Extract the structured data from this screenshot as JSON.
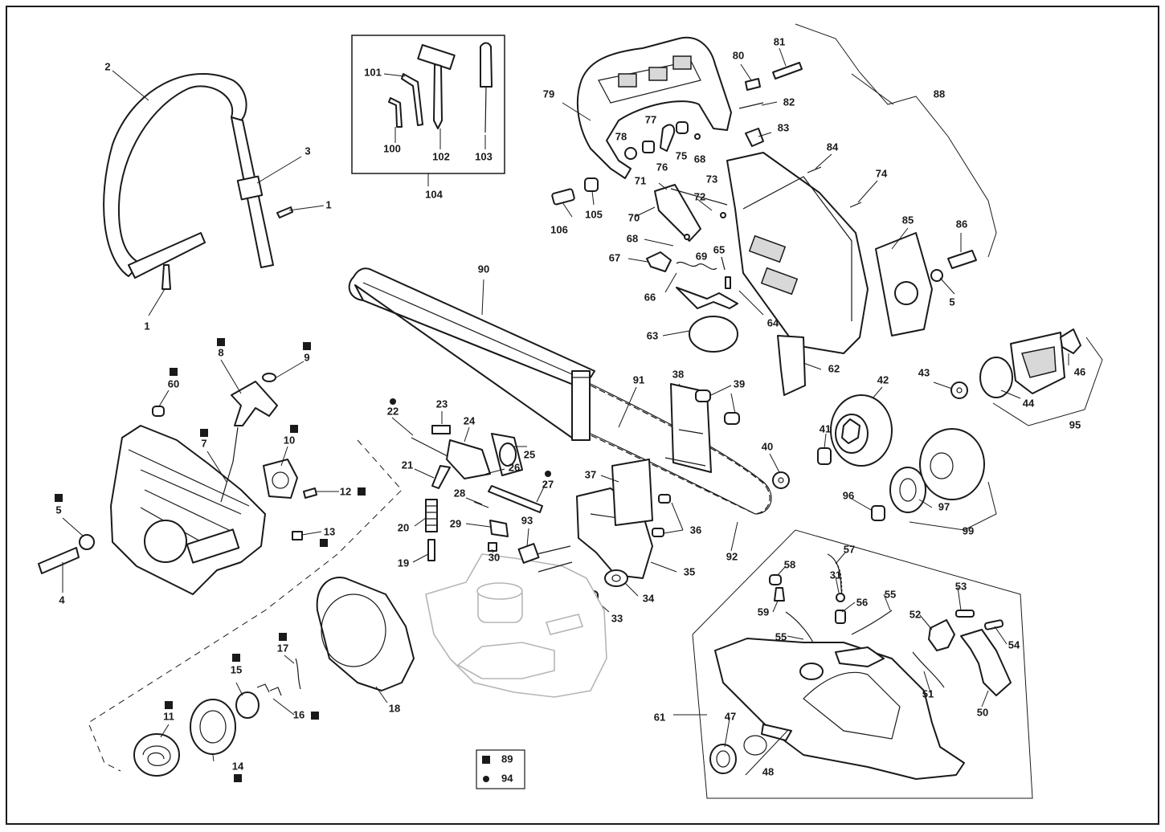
{
  "diagram": {
    "callouts": [
      {
        "id": "c2",
        "text": "2"
      },
      {
        "id": "c3",
        "text": "3"
      },
      {
        "id": "c1a",
        "text": "1"
      },
      {
        "id": "c1b",
        "text": "1"
      },
      {
        "id": "c101",
        "text": "101"
      },
      {
        "id": "c100",
        "text": "100"
      },
      {
        "id": "c102",
        "text": "102"
      },
      {
        "id": "c103",
        "text": "103"
      },
      {
        "id": "c104",
        "text": "104"
      },
      {
        "id": "c79",
        "text": "79"
      },
      {
        "id": "c80",
        "text": "80"
      },
      {
        "id": "c81",
        "text": "81"
      },
      {
        "id": "c82",
        "text": "82"
      },
      {
        "id": "c83",
        "text": "83"
      },
      {
        "id": "c84",
        "text": "84"
      },
      {
        "id": "c88",
        "text": "88"
      },
      {
        "id": "c77",
        "text": "77"
      },
      {
        "id": "c78",
        "text": "78"
      },
      {
        "id": "c75",
        "text": "75"
      },
      {
        "id": "c76",
        "text": "76"
      },
      {
        "id": "c68a",
        "text": "68"
      },
      {
        "id": "c73",
        "text": "73"
      },
      {
        "id": "c74",
        "text": "74"
      },
      {
        "id": "c71",
        "text": "71"
      },
      {
        "id": "c72",
        "text": "72"
      },
      {
        "id": "c70",
        "text": "70"
      },
      {
        "id": "c106",
        "text": "106"
      },
      {
        "id": "c105",
        "text": "105"
      },
      {
        "id": "c68b",
        "text": "68"
      },
      {
        "id": "c67",
        "text": "67"
      },
      {
        "id": "c69",
        "text": "69"
      },
      {
        "id": "c65",
        "text": "65"
      },
      {
        "id": "c85",
        "text": "85"
      },
      {
        "id": "c86",
        "text": "86"
      },
      {
        "id": "c5a",
        "text": "5"
      },
      {
        "id": "c66",
        "text": "66"
      },
      {
        "id": "c64",
        "text": "64"
      },
      {
        "id": "c63",
        "text": "63"
      },
      {
        "id": "c90",
        "text": "90"
      },
      {
        "id": "c62",
        "text": "62"
      },
      {
        "id": "c43",
        "text": "43"
      },
      {
        "id": "c46",
        "text": "46"
      },
      {
        "id": "c44",
        "text": "44"
      },
      {
        "id": "c95",
        "text": "95"
      },
      {
        "id": "c42",
        "text": "42"
      },
      {
        "id": "c91",
        "text": "91"
      },
      {
        "id": "c38",
        "text": "38"
      },
      {
        "id": "c39",
        "text": "39"
      },
      {
        "id": "c41",
        "text": "41"
      },
      {
        "id": "c40",
        "text": "40"
      },
      {
        "id": "c96",
        "text": "96"
      },
      {
        "id": "c97",
        "text": "97"
      },
      {
        "id": "c99",
        "text": "99"
      },
      {
        "id": "c8",
        "text": "8"
      },
      {
        "id": "c9",
        "text": "9"
      },
      {
        "id": "c60",
        "text": "60"
      },
      {
        "id": "c7",
        "text": "7"
      },
      {
        "id": "c10",
        "text": "10"
      },
      {
        "id": "c12",
        "text": "12"
      },
      {
        "id": "c5b",
        "text": "5"
      },
      {
        "id": "c13",
        "text": "13"
      },
      {
        "id": "c4",
        "text": "4"
      },
      {
        "id": "c22",
        "text": "22"
      },
      {
        "id": "c23",
        "text": "23"
      },
      {
        "id": "c24",
        "text": "24"
      },
      {
        "id": "c25",
        "text": "25"
      },
      {
        "id": "c21",
        "text": "21"
      },
      {
        "id": "c26",
        "text": "26"
      },
      {
        "id": "c27",
        "text": "27"
      },
      {
        "id": "c28",
        "text": "28"
      },
      {
        "id": "c20",
        "text": "20"
      },
      {
        "id": "c29",
        "text": "29"
      },
      {
        "id": "c93",
        "text": "93"
      },
      {
        "id": "c30",
        "text": "30"
      },
      {
        "id": "c19",
        "text": "19"
      },
      {
        "id": "c37",
        "text": "37"
      },
      {
        "id": "c36",
        "text": "36"
      },
      {
        "id": "c92",
        "text": "92"
      },
      {
        "id": "c35",
        "text": "35"
      },
      {
        "id": "c34",
        "text": "34"
      },
      {
        "id": "c33",
        "text": "33"
      },
      {
        "id": "c18",
        "text": "18"
      },
      {
        "id": "c17",
        "text": "17"
      },
      {
        "id": "c15",
        "text": "15"
      },
      {
        "id": "c16",
        "text": "16"
      },
      {
        "id": "c11",
        "text": "11"
      },
      {
        "id": "c14",
        "text": "14"
      },
      {
        "id": "c57",
        "text": "57"
      },
      {
        "id": "c58",
        "text": "58"
      },
      {
        "id": "c31",
        "text": "31"
      },
      {
        "id": "c59",
        "text": "59"
      },
      {
        "id": "c56",
        "text": "56"
      },
      {
        "id": "c55a",
        "text": "55"
      },
      {
        "id": "c55b",
        "text": "55"
      },
      {
        "id": "c53",
        "text": "53"
      },
      {
        "id": "c52",
        "text": "52"
      },
      {
        "id": "c54",
        "text": "54"
      },
      {
        "id": "c51",
        "text": "51"
      },
      {
        "id": "c50",
        "text": "50"
      },
      {
        "id": "c61",
        "text": "61"
      },
      {
        "id": "c47",
        "text": "47"
      },
      {
        "id": "c48",
        "text": "48"
      }
    ],
    "markers": [
      {
        "id": "m8",
        "shape": "square"
      },
      {
        "id": "m9",
        "shape": "square"
      },
      {
        "id": "m60",
        "shape": "square"
      },
      {
        "id": "m7",
        "shape": "square"
      },
      {
        "id": "m10",
        "shape": "square"
      },
      {
        "id": "m12",
        "shape": "square"
      },
      {
        "id": "m5",
        "shape": "square"
      },
      {
        "id": "m13",
        "shape": "square"
      },
      {
        "id": "m17",
        "shape": "square"
      },
      {
        "id": "m15",
        "shape": "square"
      },
      {
        "id": "m16",
        "shape": "square"
      },
      {
        "id": "m11",
        "shape": "square"
      },
      {
        "id": "m14",
        "shape": "square"
      },
      {
        "id": "m22",
        "shape": "circle"
      },
      {
        "id": "m27",
        "shape": "circle"
      }
    ],
    "legend": [
      {
        "symbol": "square",
        "symbol_char": "■",
        "label": "89"
      },
      {
        "symbol": "circle",
        "symbol_char": "●",
        "label": "94"
      }
    ]
  }
}
